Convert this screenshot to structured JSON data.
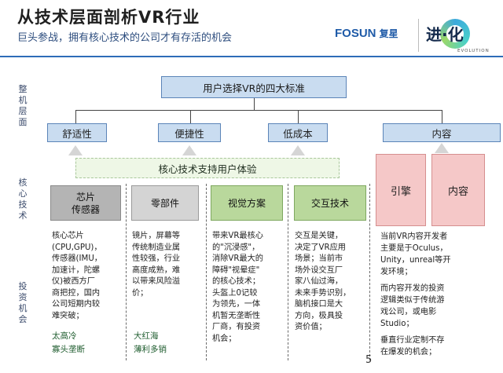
{
  "header": {
    "title": "从技术层面剖析VR行业",
    "subtitle": "巨头参战，拥有核心技术的公司才有存活的机会",
    "fosun_logo_en": "FOSUN",
    "fosun_logo_cn": "复星",
    "evolution_logo_cn": "进·化",
    "evolution_logo_en": "EVOLUTION"
  },
  "side_labels": {
    "machine_level": "整机层面",
    "core_tech": "核心技术",
    "investment": "投资机会"
  },
  "top_box": "用户选择VR的四大标准",
  "criteria": [
    "舒适性",
    "便捷性",
    "低成本",
    "内容"
  ],
  "band": "核心技术支持用户体验",
  "components": [
    {
      "line1": "芯片",
      "line2": "传感器"
    },
    {
      "line1": "零部件",
      "line2": ""
    },
    {
      "line1": "视觉方案",
      "line2": ""
    },
    {
      "line1": "交互技术",
      "line2": ""
    }
  ],
  "content_boxes": [
    "引擎",
    "内容"
  ],
  "columns": [
    {
      "desc": [
        "核心芯片",
        "(CPU,GPU)，",
        "传感器(IMU，",
        "加速计，陀螺",
        "仪)被西方厂",
        "商把控，国内",
        "公司短期内较",
        "难突破；"
      ],
      "highlights": [
        "太高冷",
        "寡头垄断"
      ]
    },
    {
      "desc": [
        "镜片，屏幕等",
        "传统制造业属",
        "性较强，行业",
        "高度成熟，难",
        "以带来风险溢",
        "价；"
      ],
      "highlights": [
        "大红海",
        "薄利多销"
      ]
    },
    {
      "desc": [
        "带来VR最核心",
        "的\"沉浸感\"，",
        "消除VR最大的",
        "障碍\"视晕症\"",
        "的核心技术；",
        "头盔上0记较",
        "为领先，一体",
        "机暂无垄断性",
        "厂商，有投资",
        "机会；"
      ],
      "highlights": []
    },
    {
      "desc": [
        "交互是关键，",
        "决定了VR应用",
        "场景；当前市",
        "场外设交互厂",
        "家八仙过海，",
        "未来手势识别，",
        "脑机接口是大",
        "方向，极具投",
        "资价值；"
      ],
      "highlights": []
    },
    {
      "desc": [
        "当前VR内容开发者",
        "主要是于Oculus，",
        "Unity，unreal等开",
        "发环境；",
        "",
        "而内容开发的投资",
        "逻辑类似于传统游",
        "戏公司，或电影",
        "Studio；",
        "",
        "垂直行业定制不存",
        "在爆发的机会；"
      ],
      "highlights": []
    }
  ],
  "page_number": "5"
}
